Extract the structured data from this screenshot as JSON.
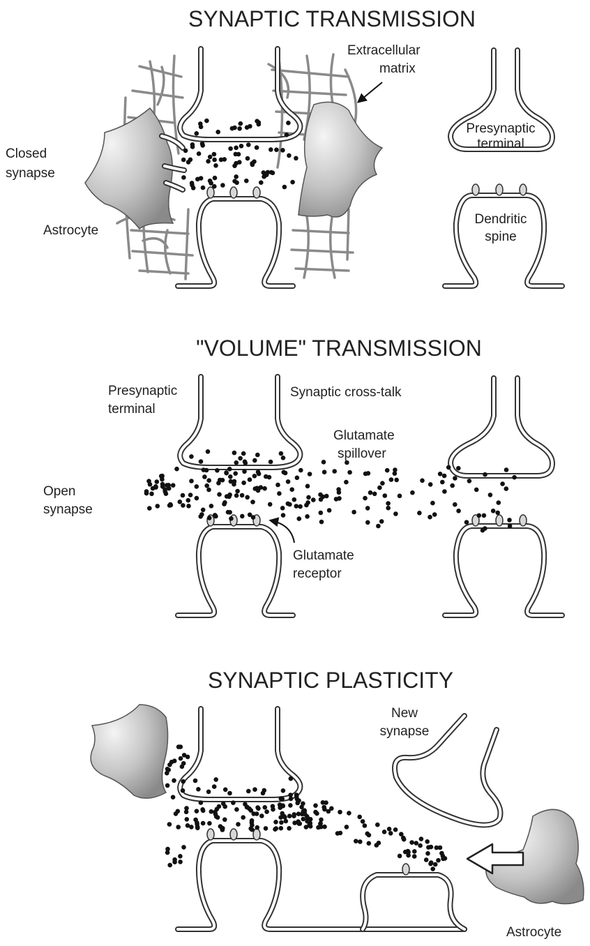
{
  "panels": {
    "top": {
      "title": "SYNAPTIC TRANSMISSION",
      "label_closed": [
        "Closed",
        "synapse"
      ],
      "label_astrocyte": "Astrocyte",
      "label_ecm": [
        "Extracellular",
        "matrix"
      ],
      "label_presyn": [
        "Presynaptic",
        "terminal"
      ],
      "label_spine": [
        "Dendritic",
        "spine"
      ]
    },
    "middle": {
      "title": "\"VOLUME\"  TRANSMISSION",
      "label_presyn": [
        "Presynaptic",
        "terminal"
      ],
      "label_crosstalk": "Synaptic cross-talk",
      "label_spillover": [
        "Glutamate",
        "spillover"
      ],
      "label_open": [
        "Open",
        "synapse"
      ],
      "label_receptor": [
        "Glutamate",
        "receptor"
      ]
    },
    "bottom": {
      "title": "SYNAPTIC PLASTICITY",
      "label_new": [
        "New",
        "synapse"
      ],
      "label_astrocyte": "Astrocyte"
    }
  },
  "colors": {
    "membrane": "#333333",
    "matrix": "#8a8a8a",
    "astrocyte_light": "#f2f2f2",
    "astrocyte_dark": "#8c8c8c",
    "glutamate": "#111111"
  }
}
